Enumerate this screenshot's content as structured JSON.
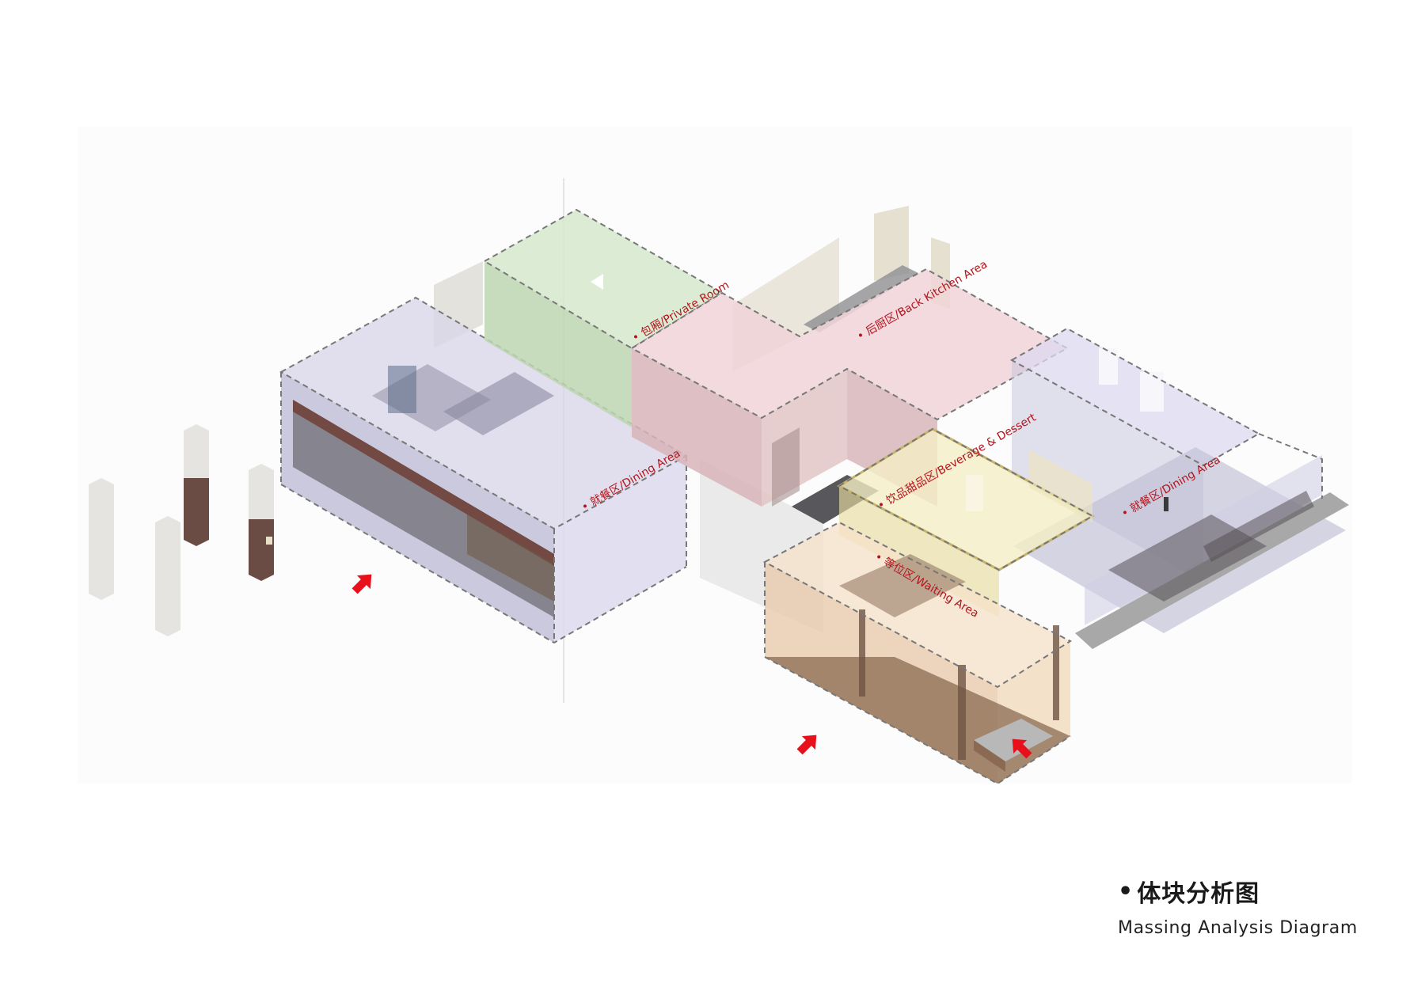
{
  "zones": {
    "private_room": "• 包厢/Private Room",
    "back_kitchen": "• 后厨区/Back Kitchen Area",
    "dining_left": "• 就餐区/Dining Area",
    "dining_right": "• 就餐区/Dining Area",
    "beverage": "• 饮品甜品区/Beverage & Dessert",
    "waiting": "• 等位区/Waiting Area"
  },
  "caption": {
    "bullet": "•",
    "title_zh": "体块分析图",
    "title_en": "Massing Analysis Diagram"
  },
  "colors": {
    "dining": "#c9c6e0",
    "private_room": "#cfe2c4",
    "back_kitchen": "#ecc9cf",
    "beverage": "#efe7b5",
    "waiting": "#f0d3b4",
    "entry_arrow": "#e8101a",
    "label": "#b3141c"
  },
  "icons": [
    "entry-arrow-icon"
  ]
}
